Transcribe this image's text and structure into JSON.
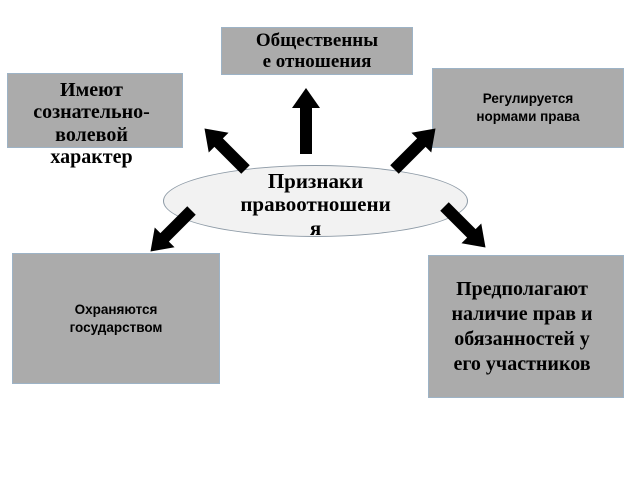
{
  "diagram": {
    "title": "Признаки правоотношения",
    "center": {
      "label": "Признаки правоотношени\nя",
      "shape": "ellipse",
      "fill_color": "#f2f2f2",
      "border_color": "#8d9aa6"
    },
    "box_fill_color": "#ababab",
    "box_border_color": "#9db3c6",
    "arrow_color": "#000000",
    "nodes": [
      {
        "id": "top",
        "label": "Общественны\nе отношения",
        "position": "top",
        "font": "serif",
        "arrow": "up"
      },
      {
        "id": "top-left",
        "label": "Имеют\nсознательно-\nволевой\nхарактер",
        "position": "top-left",
        "font": "serif",
        "arrow": "up-left"
      },
      {
        "id": "top-right",
        "label": "Регулируется\nнормами права",
        "position": "top-right",
        "font": "sans",
        "arrow": "up-right"
      },
      {
        "id": "bottom-left",
        "label": "Охраняются\nгосударством",
        "position": "bottom-left",
        "font": "sans",
        "arrow": "down-left"
      },
      {
        "id": "bottom-right",
        "label": " Предполагают\nналичие прав и\nобязанностей у\nего участников",
        "position": "bottom-right",
        "font": "serif",
        "arrow": "down-right"
      }
    ]
  }
}
